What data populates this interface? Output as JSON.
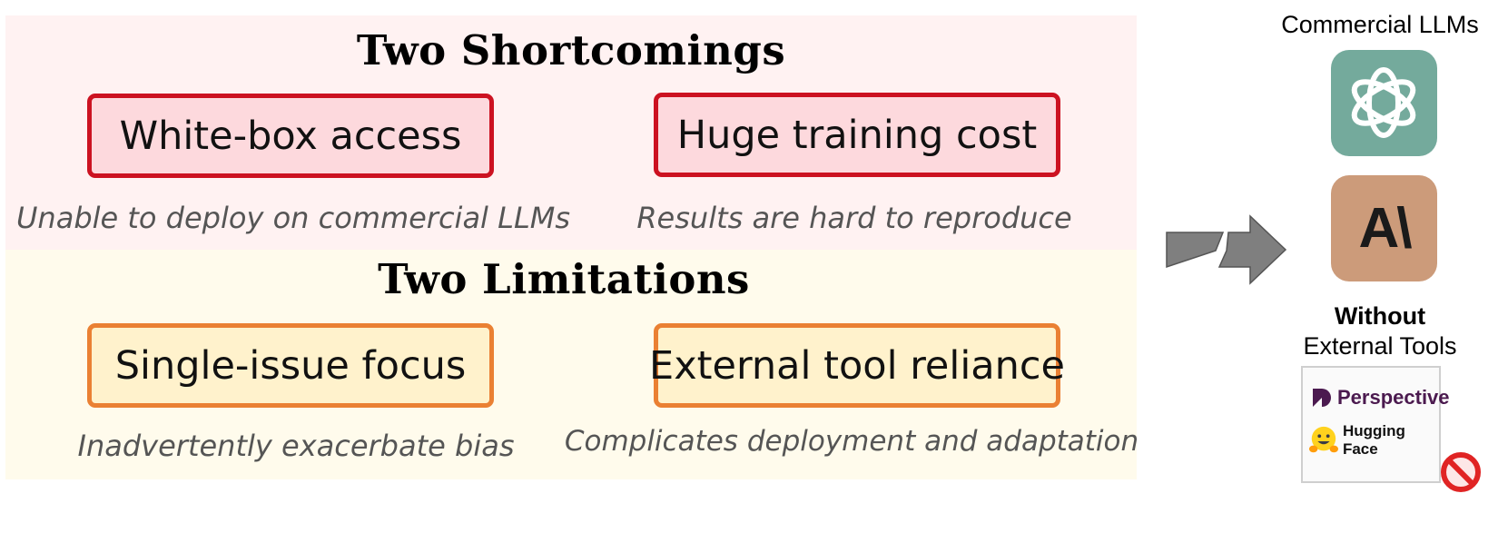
{
  "shortcomings": {
    "title": "Two Shortcomings",
    "items": [
      {
        "label": "White-box access",
        "note": "Unable to deploy on commercial LLMs"
      },
      {
        "label": "Huge training cost",
        "note": "Results are hard to reproduce"
      }
    ]
  },
  "limitations": {
    "title": "Two Limitations",
    "items": [
      {
        "label": "Single-issue focus",
        "note": "Inadvertently exacerbate bias"
      },
      {
        "label": "External tool reliance",
        "note": "Complicates deployment and adaptation"
      }
    ]
  },
  "side": {
    "commercial_title": "Commercial LLMs",
    "logos": [
      "openai-logo",
      "anthropic-logo"
    ],
    "anthropic_mark": "A\\",
    "without_label": "Without",
    "external_label": "External Tools",
    "tools": [
      {
        "name": "Perspective",
        "icon": "perspective-icon"
      },
      {
        "name": "Hugging Face",
        "icon": "hugging-face-icon"
      }
    ],
    "prohibited_icon": "no-entry-icon"
  },
  "colors": {
    "shortcoming_border": "#cc1221",
    "shortcoming_fill": "#fdd9dd",
    "limitation_border": "#ea8033",
    "limitation_fill": "#fff2cc",
    "openai_bg": "#74aa9c",
    "anthropic_bg": "#cc9b7a",
    "arrow": "#7f7f7f"
  }
}
